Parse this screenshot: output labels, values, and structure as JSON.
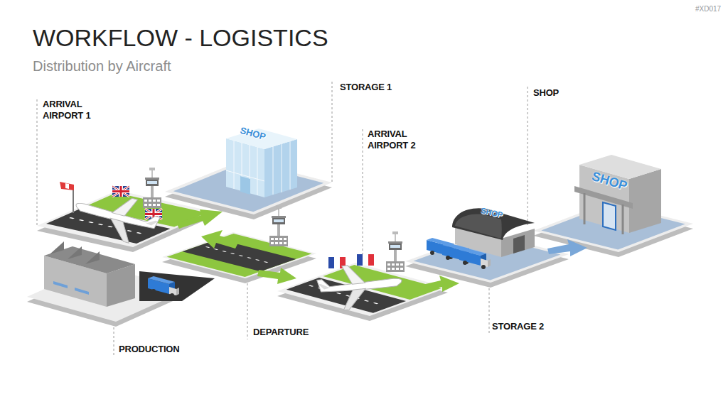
{
  "diagram": {
    "title": "WORKFLOW - LOGISTICS",
    "labels": [
      "#XD017",
      "Distribution by Aircraft",
      "ARRIVAL AIRPORT 1",
      "STORAGE 1",
      "ARRIVAL AIRPORT 2",
      "SHOP",
      "PRODUCTION",
      "DEPARTURE",
      "STORAGE 2",
      "SHOP",
      "SHOP",
      "SHOP"
    ]
  }
}
